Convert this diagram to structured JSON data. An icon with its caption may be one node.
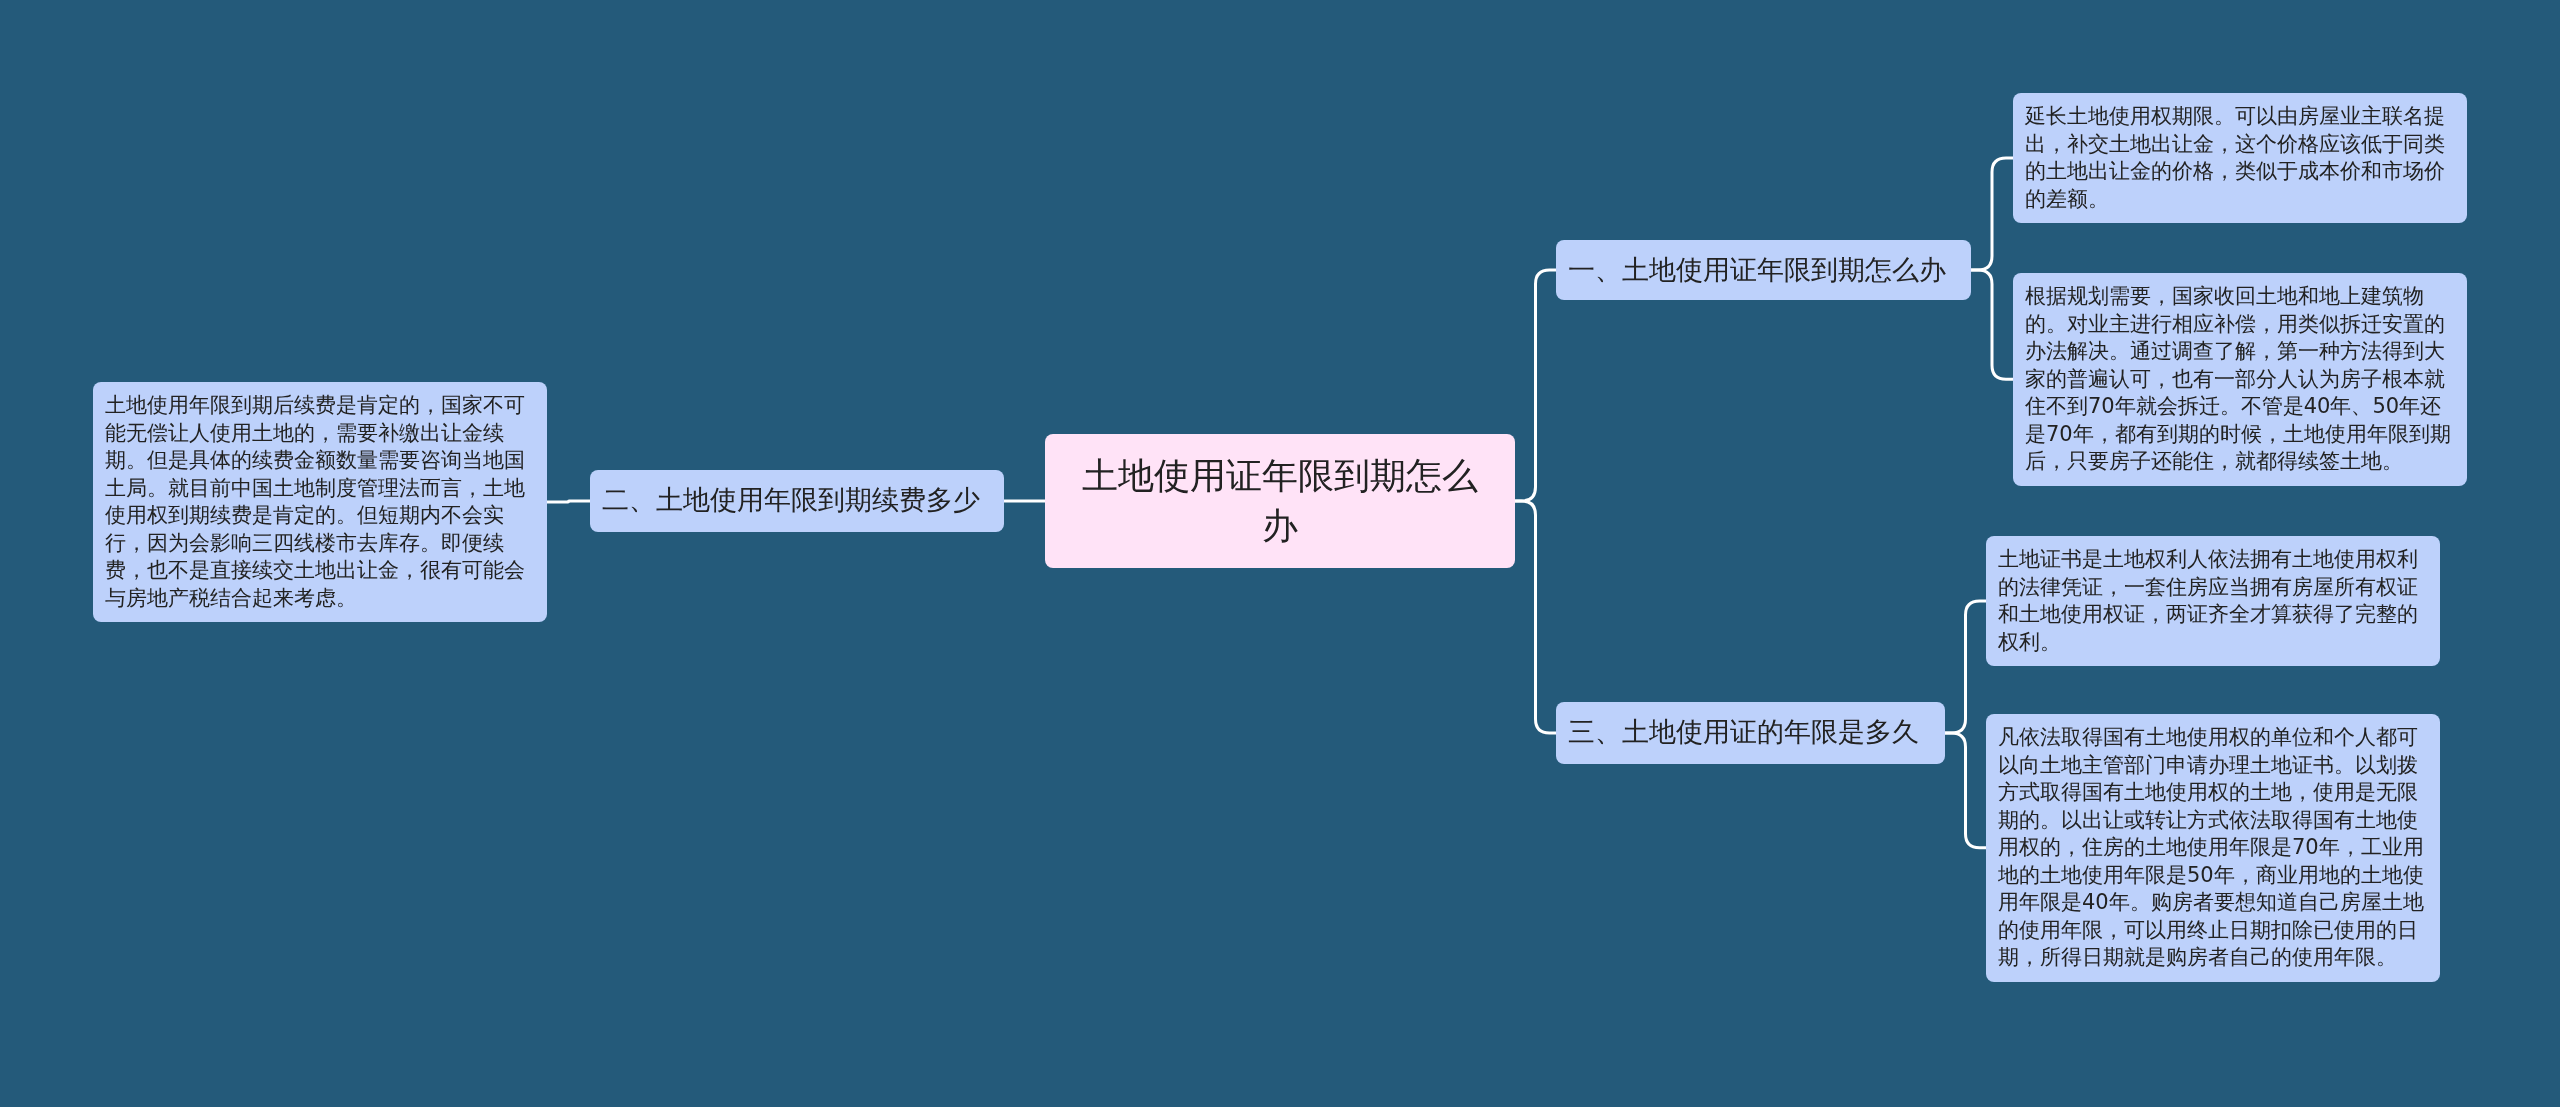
{
  "diagram": {
    "nodes": [
      {
        "text": [
          "土地使用证年限到期怎么办"
        ]
      },
      {
        "text": [
          "一、土地使用证年限到期怎么办"
        ]
      },
      {
        "text": [
          "延长土地使用权期限。可以由房屋业主联名提出，补交土地出让金，这个价格应该低于同类的土地出让金的价格，类似于成本价和市场价的差额。"
        ]
      },
      {
        "text": [
          "根据规划需要，国家收回土地和地上建筑物的。对业主进行相应补偿，用类似拆迁安置的办法解决。通过调查了解，第一种方法得到大家的普遍认可，也有一部分人认为房子根本就住不到70年就会拆迁。不管是40年、50年还是70年，都有到期的时候，土地使用年限到期后，只要房子还能住，就都得续签土地。"
        ]
      },
      {
        "text": [
          "二、土地使用年限到期续费多少"
        ]
      },
      {
        "text": [
          "土地使用年限到期后续费是肯定的，国家不可能无偿让人使用土地的，需要补缴出让金续期。但是具体的续费金额数量需要咨询当地国土局。就目前中国土地制度管理法而言，土地使用权到期续费是肯定的。但短期内不会实行，因为会影响三四线楼市去库存。即便续费，也不是直接续交土地出让金，很有可能会与房地产税结合起来考虑。"
        ]
      },
      {
        "text": [
          "三、土地使用证的年限是多久"
        ]
      },
      {
        "text": [
          "土地证书是土地权利人依法拥有土地使用权利的法律凭证，一套住房应当拥有房屋所有权证和土地使用权证，两证齐全才算获得了完整的权利。"
        ]
      },
      {
        "text": [
          "凡依法取得国有土地使用权的单位和个人都可以向土地主管部门申请办理土地证书。以划拨方式取得国有土地使用权的土地，使用是无限期的。以出让或转让方式依法取得国有土地使用权的，住房的土地使用年限是70年，工业用地的土地使用年限是50年，商业用地的土地使用年限是40年。购房者要想知道自己房屋土地的使用年限，可以用终止日期扣除已使用的日期，所得日期就是购房者自己的使用年限。"
        ]
      }
    ],
    "edges": [
      {
        "from": 0,
        "to": 1,
        "arrow": "none"
      },
      {
        "from": 1,
        "to": 2,
        "arrow": "none"
      },
      {
        "from": 1,
        "to": 3,
        "arrow": "none"
      },
      {
        "from": 0,
        "to": 4,
        "arrow": "none"
      },
      {
        "from": 4,
        "to": 5,
        "arrow": "none"
      },
      {
        "from": 0,
        "to": 6,
        "arrow": "none"
      },
      {
        "from": 6,
        "to": 7,
        "arrow": "none"
      },
      {
        "from": 6,
        "to": 8,
        "arrow": "none"
      }
    ]
  }
}
